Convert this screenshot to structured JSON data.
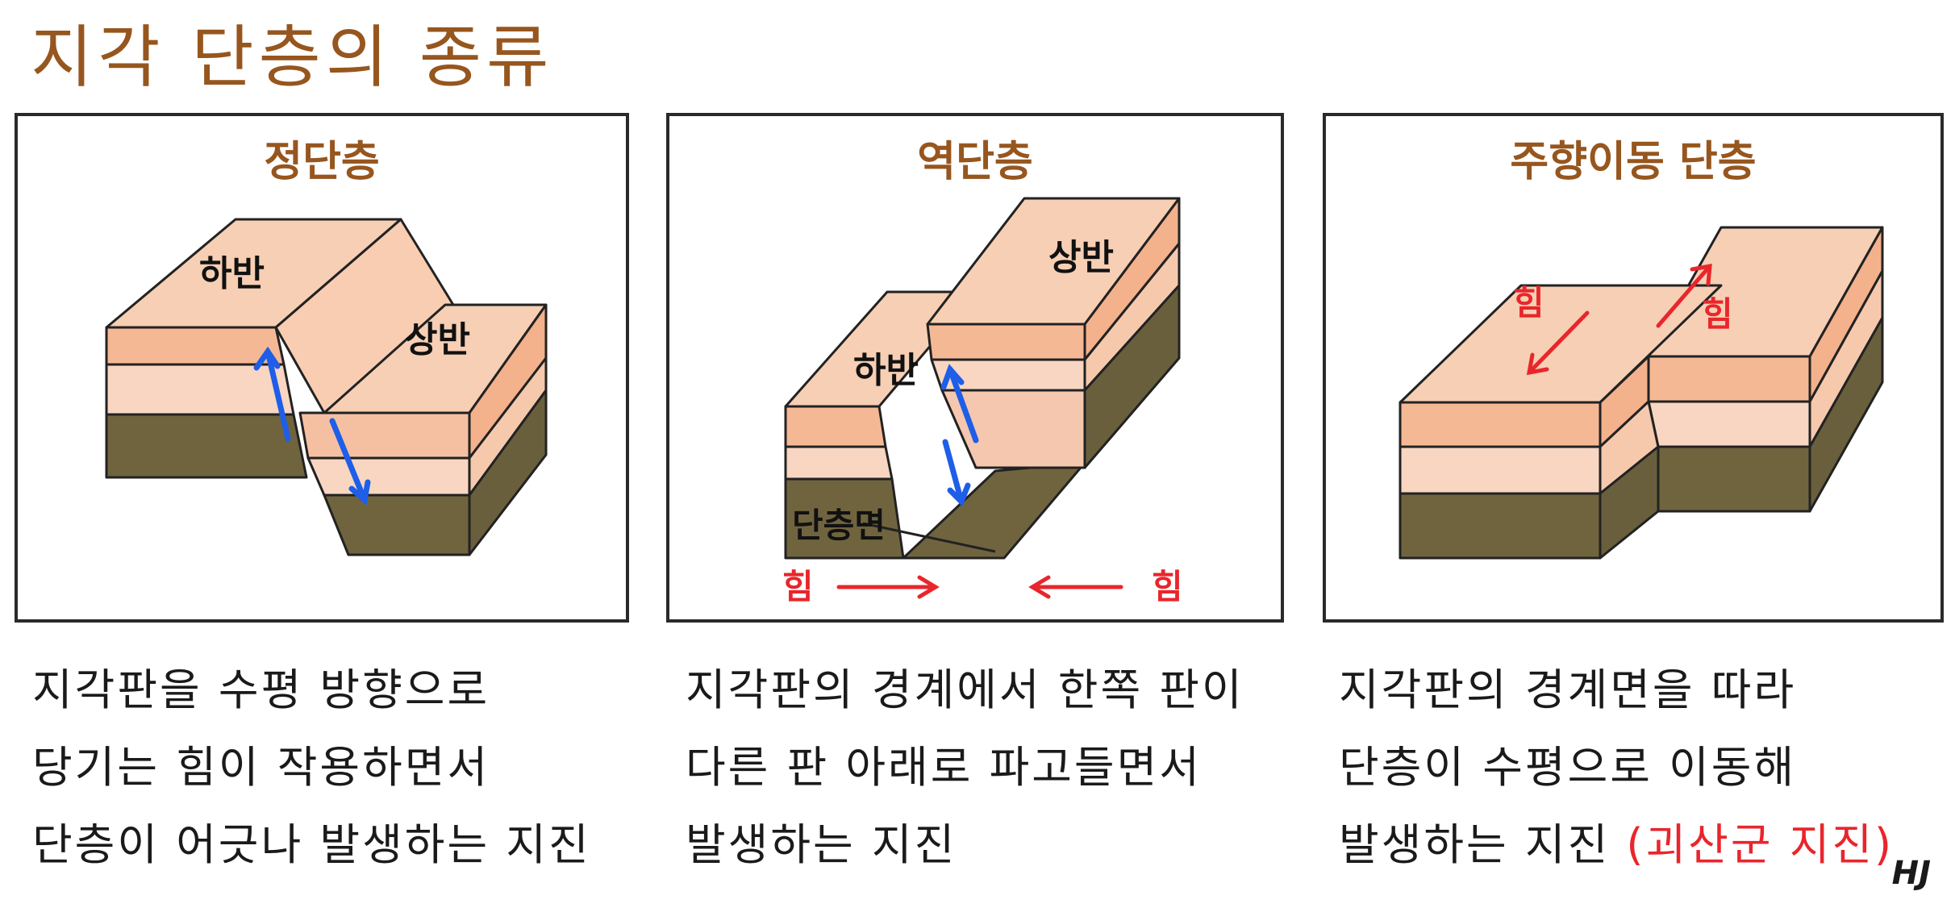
{
  "title": "지각 단층의 종류",
  "panels": [
    {
      "title": "정단층",
      "labels": {
        "left": "하반",
        "right": "상반"
      }
    },
    {
      "title": "역단층",
      "labels": {
        "left": "하반",
        "right": "상반",
        "fault_plane": "단층면",
        "force_left": "힘",
        "force_right": "힘"
      }
    },
    {
      "title": "주향이동 단층",
      "labels": {
        "force_left": "힘",
        "force_right": "힘"
      }
    }
  ],
  "descriptions": [
    {
      "lines": [
        "지각판을 수평 방향으로",
        "당기는 힘이 작용하면서",
        "단층이 어긋나 발생하는 지진"
      ]
    },
    {
      "lines": [
        "지각판의 경계에서 한쪽 판이",
        "다른 판 아래로 파고들면서",
        "발생하는 지진"
      ]
    },
    {
      "lines": [
        "지각판의 경계면을 따라",
        "단층이 수평으로 이동해"
      ],
      "last_line": "발생하는 지진",
      "highlight": "(괴산군 지진)"
    }
  ],
  "signature": "HJ",
  "colors": {
    "title": "#96561e",
    "top": "#f6cfb4",
    "layer_light": "#f8d3bd",
    "layer_mid": "#f3b18c",
    "layer_dark": "#70643f",
    "arrow_blue": "#1e5ee8",
    "arrow_red": "#e8262c"
  }
}
